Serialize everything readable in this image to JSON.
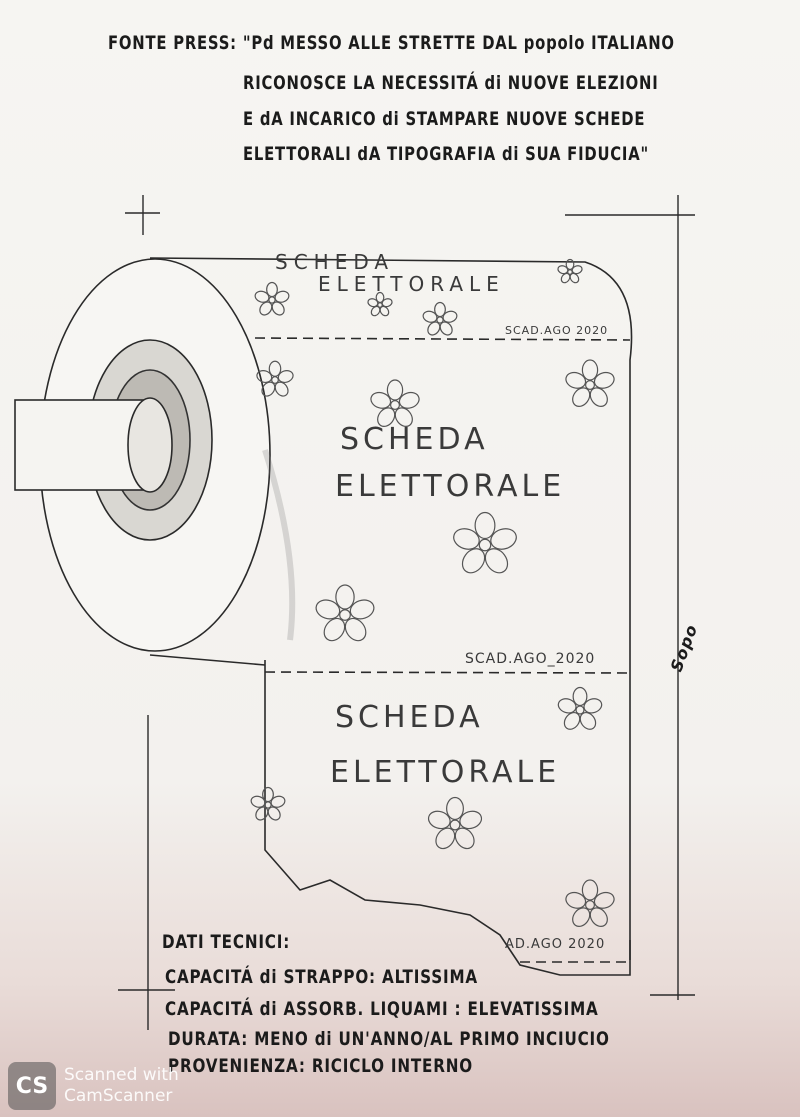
{
  "header": {
    "lines": [
      "FONTE PRESS: \"Pd MESSO ALLE STRETTE DAL popolo ITALIANO",
      "RICONOSCE LA NECESSITÁ di NUOVE ELEZIONI",
      "E dA INCARICO di STAMPARE NUOVE SCHEDE",
      "ELETTORALI dA TIPOGRAFIA di SUA FIDUCIA\""
    ]
  },
  "roll": {
    "top_label_1": "SCHEDA",
    "top_label_2": "ELETTORALE",
    "expiry_1": "SCAD.AGO 2020",
    "sheet1_line1": "SCHEDA",
    "sheet1_line2": "ELETTORALE",
    "expiry_2": "SCAD.AGO_2020",
    "sheet2_line1": "SCHEDA",
    "sheet2_line2": "ELETTORALE",
    "expiry_3": "AD.AGO 2020"
  },
  "specs": {
    "title": "DATI TECNICI:",
    "lines": [
      "CAPACITÁ di STRAPPO: ALTISSIMA",
      "CAPACITÁ di ASSORB. LIQUAMI : ELEVATISSIMA",
      "DURATA: MENO di UN'ANNO/AL PRIMO INCIUCIO",
      "PROVENIENZA: RICICLO INTERNO"
    ]
  },
  "signature": "Sopo",
  "watermark": {
    "logo": "CS",
    "line1": "Scanned with",
    "line2": "CamScanner"
  }
}
